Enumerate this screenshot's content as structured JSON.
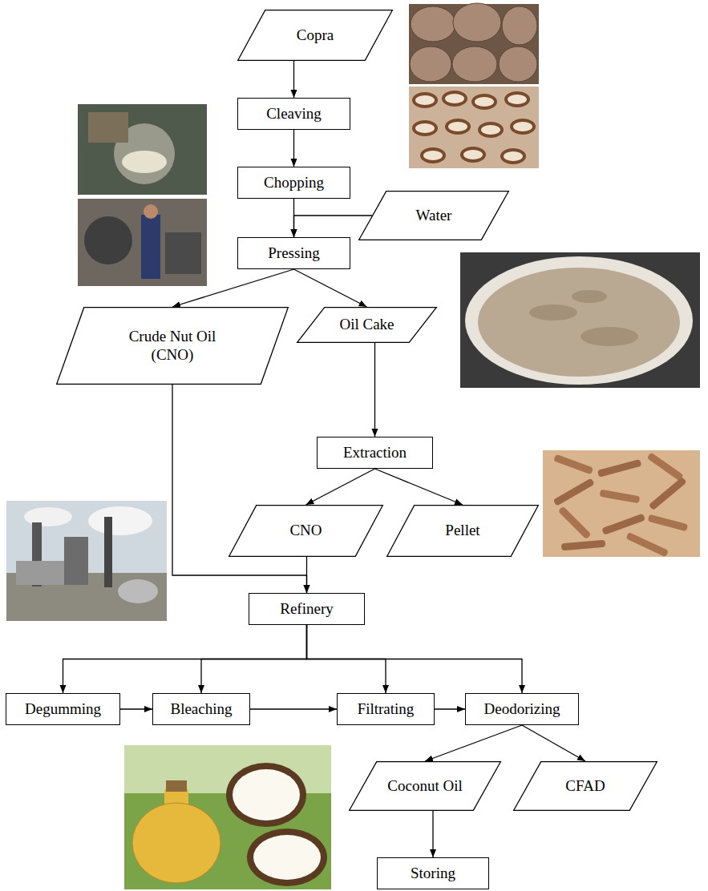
{
  "diagram": {
    "nodes": [
      {
        "text": [
          "Copra"
        ]
      },
      {
        "text": [
          "Cleaving"
        ]
      },
      {
        "text": [
          "Chopping"
        ]
      },
      {
        "text": [
          "Water"
        ]
      },
      {
        "text": [
          "Pressing"
        ]
      },
      {
        "text": [
          "Crude Nut Oil (CNO)"
        ]
      },
      {
        "text": [
          "Oil Cake"
        ]
      },
      {
        "text": [
          "Extraction"
        ]
      },
      {
        "text": [
          "CNO"
        ]
      },
      {
        "text": [
          "Pellet"
        ]
      },
      {
        "text": [
          "Refinery"
        ]
      },
      {
        "text": [
          "Degumming"
        ]
      },
      {
        "text": [
          "Bleaching"
        ]
      },
      {
        "text": [
          "Filtrating"
        ]
      },
      {
        "text": [
          "Deodorizing"
        ]
      },
      {
        "text": [
          "Coconut Oil"
        ]
      },
      {
        "text": [
          "CFAD"
        ]
      },
      {
        "text": [
          "Storing"
        ]
      }
    ],
    "edges": [
      {
        "from": 0,
        "to": 1,
        "arrow": "to"
      },
      {
        "from": 1,
        "to": 2,
        "arrow": "to"
      },
      {
        "from": 2,
        "to": 4,
        "arrow": "to"
      },
      {
        "from": 3,
        "to": 4,
        "arrow": "to"
      },
      {
        "from": 4,
        "to": 5,
        "arrow": "to"
      },
      {
        "from": 4,
        "to": 6,
        "arrow": "to"
      },
      {
        "from": 6,
        "to": 7,
        "arrow": "to"
      },
      {
        "from": 7,
        "to": 8,
        "arrow": "to"
      },
      {
        "from": 7,
        "to": 9,
        "arrow": "to"
      },
      {
        "from": 5,
        "to": 10,
        "arrow": "to"
      },
      {
        "from": 8,
        "to": 10,
        "arrow": "to"
      },
      {
        "from": 10,
        "to": 11,
        "arrow": "to"
      },
      {
        "from": 10,
        "to": 12,
        "arrow": "to"
      },
      {
        "from": 10,
        "to": 13,
        "arrow": "to"
      },
      {
        "from": 10,
        "to": 14,
        "arrow": "to"
      },
      {
        "from": 11,
        "to": 12,
        "arrow": "to"
      },
      {
        "from": 12,
        "to": 13,
        "arrow": "to"
      },
      {
        "from": 13,
        "to": 14,
        "arrow": "to"
      },
      {
        "from": 14,
        "to": 15,
        "arrow": "to"
      },
      {
        "from": 14,
        "to": 16,
        "arrow": "to"
      },
      {
        "from": 15,
        "to": 17,
        "arrow": "to"
      }
    ]
  }
}
